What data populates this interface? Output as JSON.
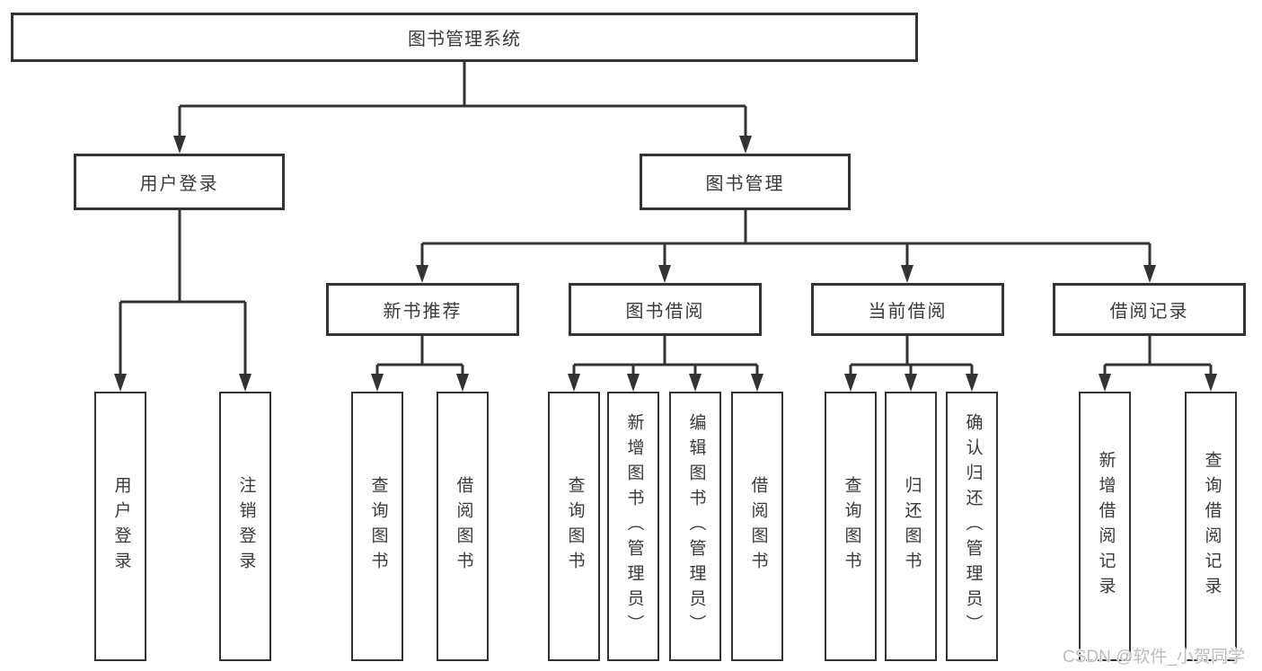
{
  "diagram": {
    "title": "图书管理系统",
    "nodes": {
      "root": "图书管理系统",
      "l2": [
        "用户登录",
        "图书管理"
      ],
      "l3": [
        "新书推荐",
        "图书借阅",
        "当前借阅",
        "借阅记录"
      ],
      "leaves": [
        "用户登录",
        "注销登录",
        "查询图书",
        "借阅图书",
        "查询图书",
        "新增图书（管理员）",
        "编辑图书（管理员）",
        "借阅图书",
        "查询图书",
        "归还图书",
        "确认归还（管理员）",
        "新增借阅记录",
        "查询借阅记录"
      ]
    },
    "structure": {
      "图书管理系统": [
        "用户登录",
        "图书管理"
      ],
      "用户登录": [
        "用户登录",
        "注销登录"
      ],
      "图书管理": [
        "新书推荐",
        "图书借阅",
        "当前借阅",
        "借阅记录"
      ],
      "新书推荐": [
        "查询图书",
        "借阅图书"
      ],
      "图书借阅": [
        "查询图书",
        "新增图书（管理员）",
        "编辑图书（管理员）",
        "借阅图书"
      ],
      "当前借阅": [
        "查询图书",
        "归还图书",
        "确认归还（管理员）"
      ],
      "借阅记录": [
        "新增借阅记录",
        "查询借阅记录"
      ]
    },
    "watermark": "CSDN @软件_小贺同学",
    "colors": {
      "line": "#333333",
      "border": "#333333",
      "text": "#3a3a3a",
      "background": "#ffffff",
      "watermark": "#bcbcbc"
    }
  }
}
